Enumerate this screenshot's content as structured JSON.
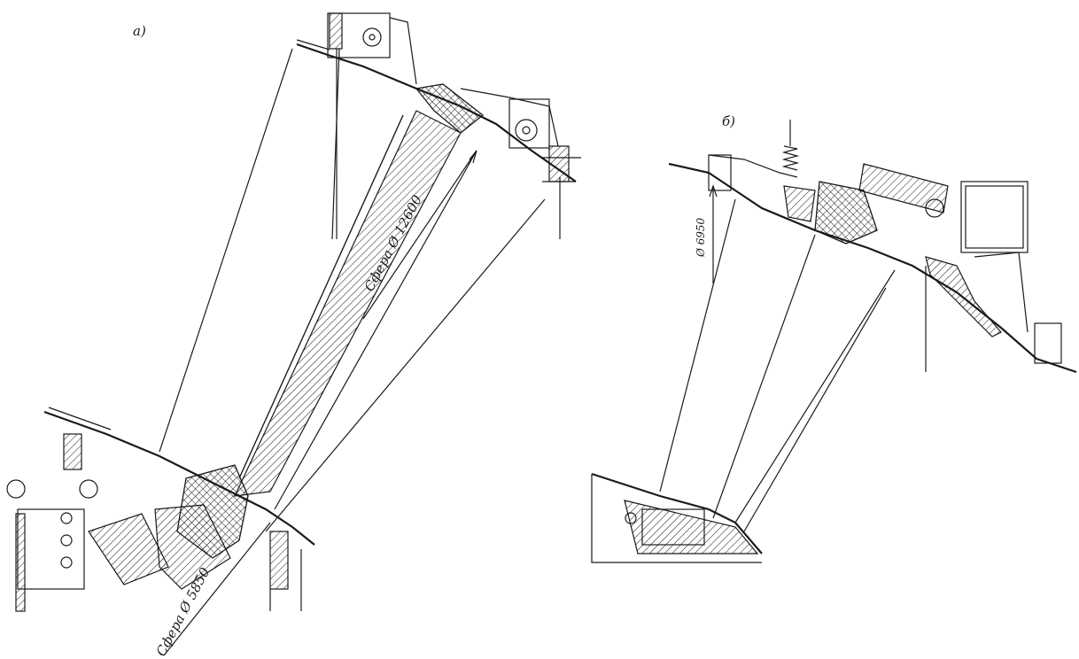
{
  "labels": {
    "view_a": "а)",
    "view_b": "б)",
    "sphere_large": "Сфера Ø 12600",
    "sphere_small": "Сфера Ø 5850",
    "diameter": "Ø 6950"
  }
}
